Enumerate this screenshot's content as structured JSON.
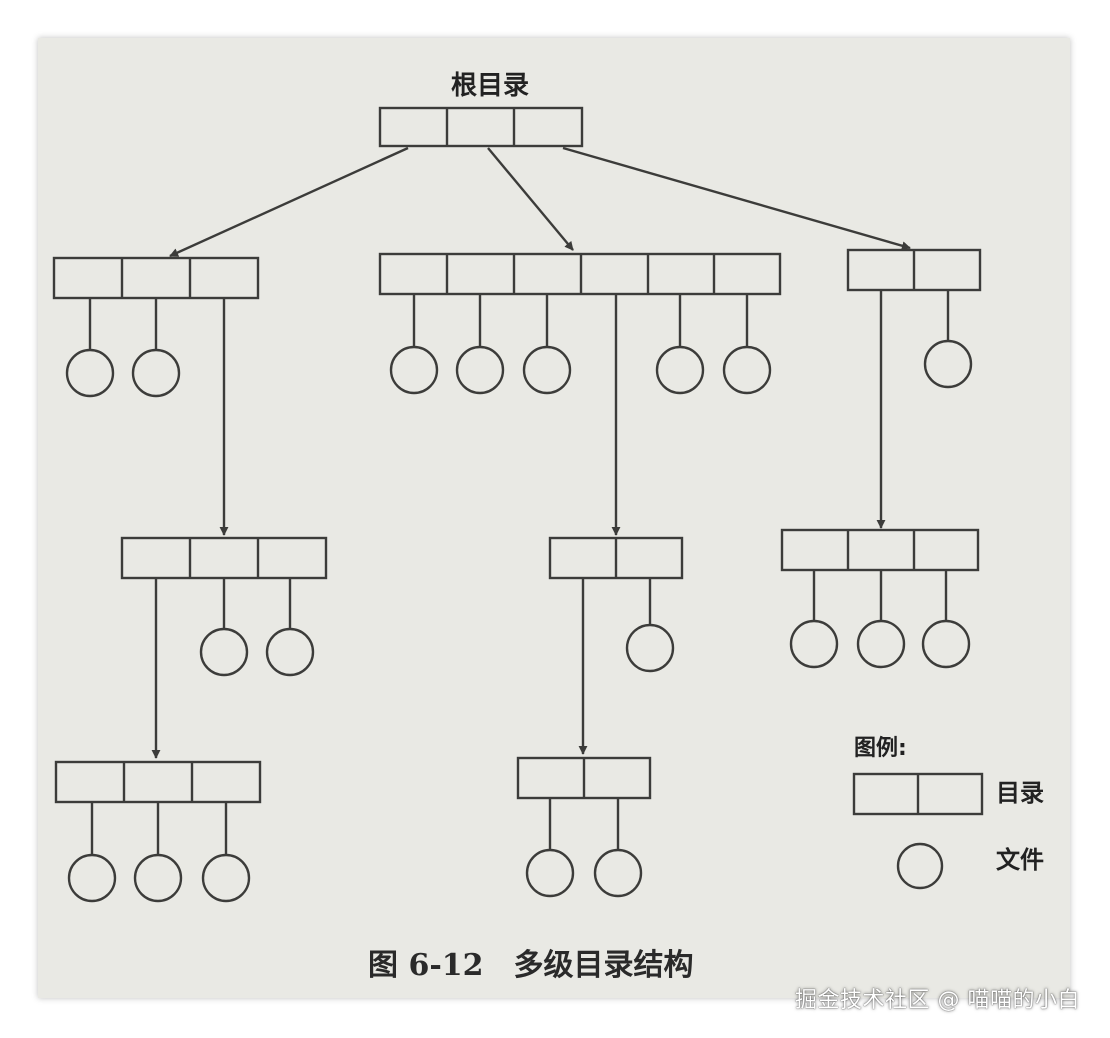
{
  "diagram": {
    "root_label": "根目录",
    "legend": {
      "title": "图例:",
      "dir_label": "目录",
      "file_label": "文件"
    },
    "caption": "图 6-12　多级目录结构"
  },
  "watermark": "掘金技术社区 @ 喵喵的小白",
  "colors": {
    "background": "#e9e9e4",
    "ink": "#3c3c3a"
  }
}
